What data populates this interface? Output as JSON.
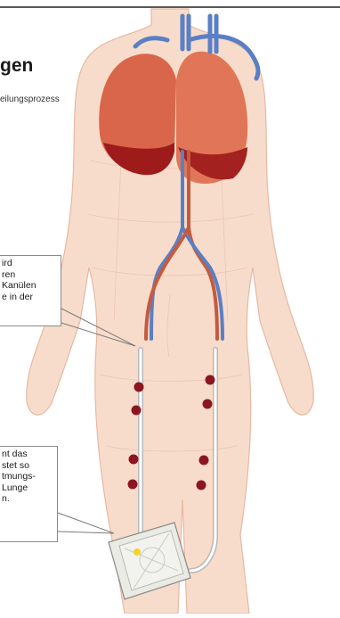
{
  "header": {
    "title": "gen",
    "subtitle": "eilungsprozess"
  },
  "callouts": {
    "cannula": {
      "lines": [
        "ird",
        "ren",
        "Kanülen",
        "e in der"
      ]
    },
    "device": {
      "lines": [
        "nt das",
        "stet so",
        "tmungs-",
        "Lunge",
        "n."
      ]
    }
  },
  "colors": {
    "skin": "#f7d6c4",
    "lung": "#d9664a",
    "lung_dark": "#9e1b1b",
    "vein": "#5b7fc4",
    "artery": "#c65a3e",
    "blood_dot": "#8b1620"
  }
}
